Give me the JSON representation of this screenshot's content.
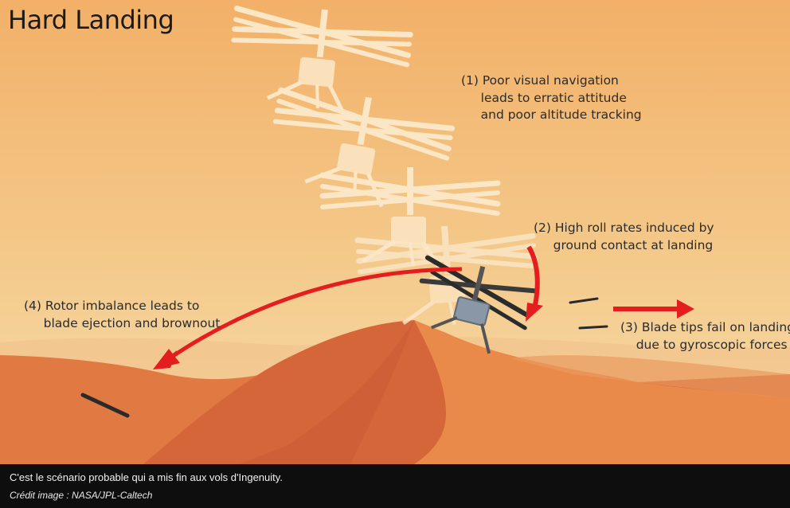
{
  "title": "Hard Landing",
  "notes": {
    "poor_navigation": "(1) Poor visual navigation\n     leads to erratic attitude\n     and poor altitude tracking",
    "roll_rates": "(2) High roll rates induced by\n     ground contact at landing",
    "blade_tips": "(3) Blade tips fail on landing\n    due to gyroscopic forces",
    "rotor_imbalance": "(4) Rotor imbalance leads to\n     blade ejection and brownout"
  },
  "caption": {
    "text": "C'est le scénario probable qui a mis fin aux vols d'Ingenuity.",
    "credit": "Crédit image : NASA/JPL-Caltech"
  },
  "colors": {
    "sky_top": "#f2b46c",
    "sky_bottom": "#f6d8a4",
    "dune_dark": "#d4663a",
    "dune_light": "#ea8f4e",
    "arrow_red": "#e41e1e",
    "helicopter_ghost": "#fbe7c9"
  }
}
